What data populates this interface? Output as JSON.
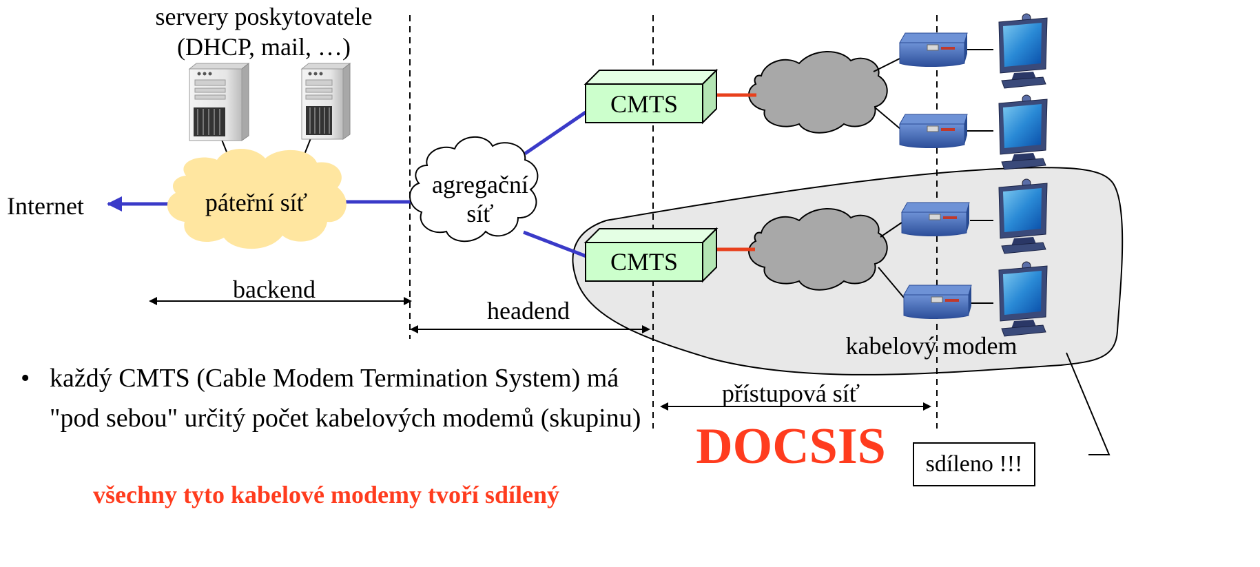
{
  "labels": {
    "servers_line1": "servery poskytovatele",
    "servers_line2": "(DHCP, mail, …)",
    "internet": "Internet",
    "backbone": "páteřní síť",
    "aggregation_line1": "agregační",
    "aggregation_line2": "síť",
    "cmts_top": "CMTS",
    "cmts_bottom": "CMTS",
    "backend": "backend",
    "headend": "headend",
    "access_network": "přístupová síť",
    "cable_modem": "kabelový modem",
    "docsis": "DOCSIS",
    "shared": "sdíleno !!!"
  },
  "bullet": {
    "text": "každý CMTS (Cable Modem Termination System) má \"pod sebou\" určitý počet kabelových modemů (skupinu)",
    "sub_text": "všechny tyto kabelové modemy tvoří sdílený"
  },
  "colors": {
    "link_blue": "#3a3ac8",
    "link_red": "#e8401c",
    "cmts_fill": "#ccffcc",
    "backbone_cloud": "#ffe6a0",
    "access_cloud": "#a8a8a8",
    "shared_region": "#e8e8e8",
    "modem_blue": "#3a64b4",
    "highlight_red": "#ff3c1e"
  },
  "icons": [
    "server-icon",
    "cable-modem-icon",
    "computer-monitor-icon",
    "cloud-icon"
  ]
}
